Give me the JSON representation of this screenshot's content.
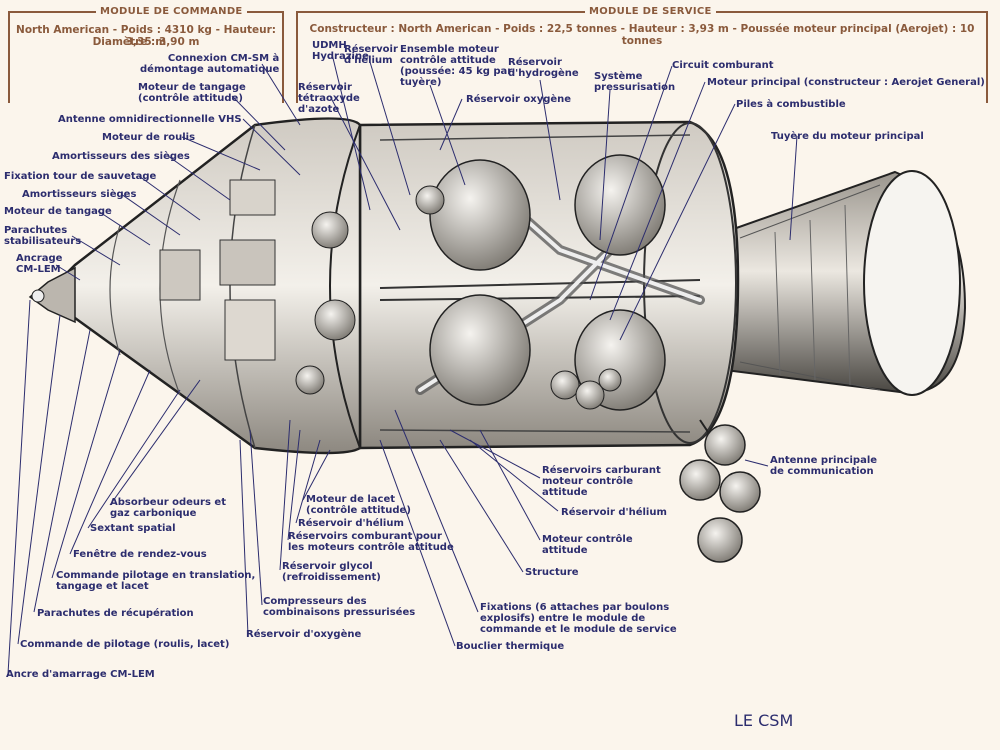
{
  "header": {
    "command_module_title": "MODULE DE COMMANDE",
    "command_module_specs_line1": "North American - Poids : 4310 kg - Hauteur: 3,35 m",
    "command_module_specs_line2": "Diamètre : 3,90 m",
    "service_module_title": "MODULE DE SERVICE",
    "service_module_specs": "Constructeur : North American - Poids : 22,5 tonnes - Hauteur : 3,93 m - Poussée moteur principal (Aerojet) : 10 tonnes"
  },
  "caption": "LE CSM",
  "labels": {
    "connexion_cm_sm": [
      "Connexion CM-SM à",
      "démontage automatique"
    ],
    "moteur_tangage_top": [
      "Moteur de tangage",
      "(contrôle attitude)"
    ],
    "antenne_vhs": [
      "Antenne omnidirectionnelle VHS"
    ],
    "moteur_roulis": [
      "Moteur de roulis"
    ],
    "amortisseurs_sieges_1": [
      "Amortisseurs des sièges"
    ],
    "fixation_tour": [
      "Fixation tour de sauvetage"
    ],
    "amortisseurs_sieges_2": [
      "Amortisseurs sièges"
    ],
    "moteur_tangage_left": [
      "Moteur de tangage"
    ],
    "parachutes_stab": [
      "Parachutes",
      "stabilisateurs"
    ],
    "ancrage": [
      "Ancrage",
      "CM-LEM"
    ],
    "udmh": [
      "UDMH",
      "Hydrazine"
    ],
    "reservoir_tetraoxyde": [
      "Réservoir",
      "tétraoxyde",
      "d'azote"
    ],
    "reservoir_helium_top": [
      "Réservoir",
      "d'hélium"
    ],
    "ensemble_moteur": [
      "Ensemble moteur",
      "contrôle attitude",
      "(poussée: 45 kg par",
      "tuyère)"
    ],
    "reservoir_hydrogene": [
      "Réservoir",
      "d'hydrogène"
    ],
    "systeme_pressurisation": [
      "Système",
      "pressurisation"
    ],
    "circuit_comburant": [
      "Circuit comburant"
    ],
    "moteur_principal": [
      "Moteur principal (constructeur : Aerojet General)"
    ],
    "piles": [
      "Piles à combustible"
    ],
    "reservoir_oxygene_top": [
      "Réservoir oxygène"
    ],
    "tuyere": [
      "Tuyère du moteur principal"
    ],
    "antenne_principale": [
      "Antenne principale",
      "de communication"
    ],
    "reservoirs_carburant": [
      "Réservoirs carburant",
      "moteur contrôle",
      "attitude"
    ],
    "reservoir_helium_right": [
      "Réservoir d'hélium"
    ],
    "moteur_controle": [
      "Moteur contrôle",
      "attitude"
    ],
    "structure": [
      "Structure"
    ],
    "fixations": [
      "Fixations (6 attaches par boulons",
      "explosifs) entre le module de",
      "commande et le module de service"
    ],
    "bouclier": [
      "Bouclier thermique"
    ],
    "moteur_lacet": [
      "Moteur de lacet",
      "(contrôle attitude)"
    ],
    "reservoir_helium_bottom": [
      "Réservoir d'hélium"
    ],
    "reservoirs_comburant": [
      "Réservoirs comburant pour",
      "les moteurs contrôle attitude"
    ],
    "reservoir_glycol": [
      "Réservoir glycol",
      "(refroidissement)"
    ],
    "compresseurs": [
      "Compresseurs des",
      "combinaisons pressurisées"
    ],
    "reservoir_oxygene_bottom": [
      "Réservoir d'oxygène"
    ],
    "absorbeur": [
      "Absorbeur odeurs et",
      "gaz carbonique"
    ],
    "sextant": [
      "Sextant spatial"
    ],
    "fenetre": [
      "Fenêtre de rendez-vous"
    ],
    "commande_translation": [
      "Commande pilotage en translation,",
      "tangage et lacet"
    ],
    "parachutes_recup": [
      "Parachutes de récupération"
    ],
    "commande_pilotage": [
      "Commande de pilotage (roulis, lacet)"
    ],
    "ancre": [
      "Ancre d'amarrage CM-LEM"
    ]
  }
}
